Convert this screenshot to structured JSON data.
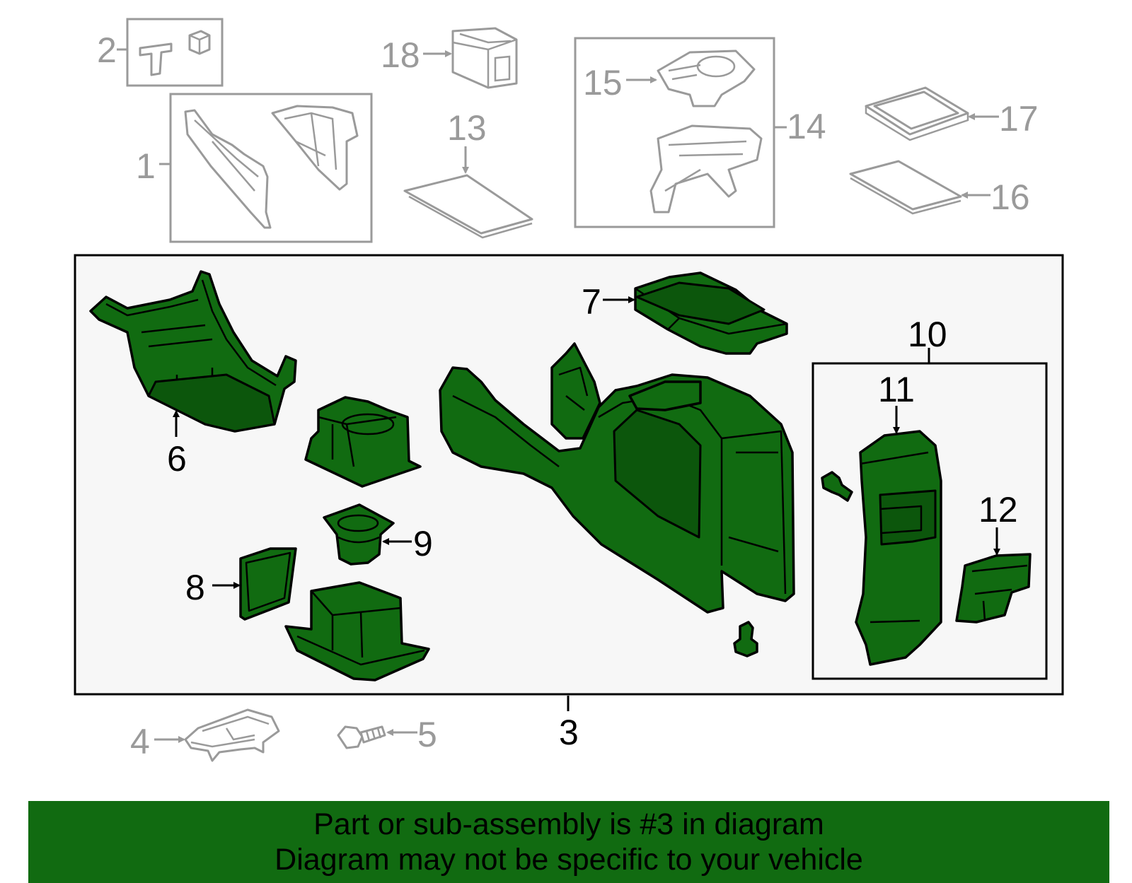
{
  "callouts": {
    "c1": "1",
    "c2": "2",
    "c3": "3",
    "c4": "4",
    "c5": "5",
    "c6": "6",
    "c7": "7",
    "c8": "8",
    "c9": "9",
    "c10": "10",
    "c11": "11",
    "c12": "12",
    "c13": "13",
    "c14": "14",
    "c15": "15",
    "c16": "16",
    "c17": "17",
    "c18": "18"
  },
  "banner": {
    "line1": "Part or sub-assembly is #3 in diagram",
    "line2": "Diagram may not be specific to your vehicle"
  },
  "colors": {
    "highlight_green": "#116b11",
    "unselected_gray": "#9a9a9a",
    "assembly_box_fill": "#f7f7f7"
  }
}
